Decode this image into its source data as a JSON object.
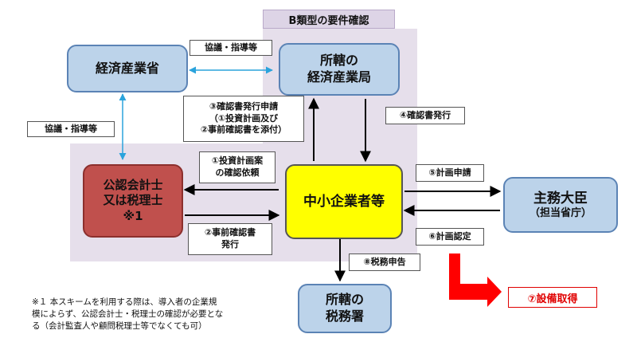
{
  "region_title": "B類型の要件確認",
  "nodes": {
    "meti": "経済産業省",
    "bureau_l1": "所轄の",
    "bureau_l2": "経済産業局",
    "accountant_l1": "公認会計士",
    "accountant_l2": "又は税理士",
    "accountant_l3": "※1",
    "sme": "中小企業者等",
    "minister_l1": "主務大臣",
    "minister_l2": "（担当省庁）",
    "tax_l1": "所轄の",
    "tax_l2": "税務署"
  },
  "labels": {
    "consult_top": "協議・指導等",
    "consult_left": "協議・指導等",
    "step3_l1": "③確認書発行申請",
    "step3_l2": "（①投資計画及び",
    "step3_l3": "②事前確認書を添付）",
    "step4": "④確認書発行",
    "step1_l1": "①投資計画案",
    "step1_l2": "の確認依頼",
    "step2_l1": "②事前確認書",
    "step2_l2": "発行",
    "step5": "⑤計画申請",
    "step6": "⑥計画認定",
    "step8": "⑧税務申告",
    "step7": "⑦設備取得"
  },
  "footnote": {
    "l1": "※１ 本スキームを利用する際は、導入者の企業規",
    "l2": "模によらず、公認会計士・税理士の確認が必要とな",
    "l3": "る（会計監査人や顧問税理士等でなくても可）"
  },
  "colors": {
    "region": "#e6dfeb",
    "blue_node": "#bcd3ea",
    "red_node": "#c0504d",
    "yellow_node": "#ffff00",
    "consult_arrow": "#2aa3dc",
    "acquire_arrow": "#ff0000"
  }
}
